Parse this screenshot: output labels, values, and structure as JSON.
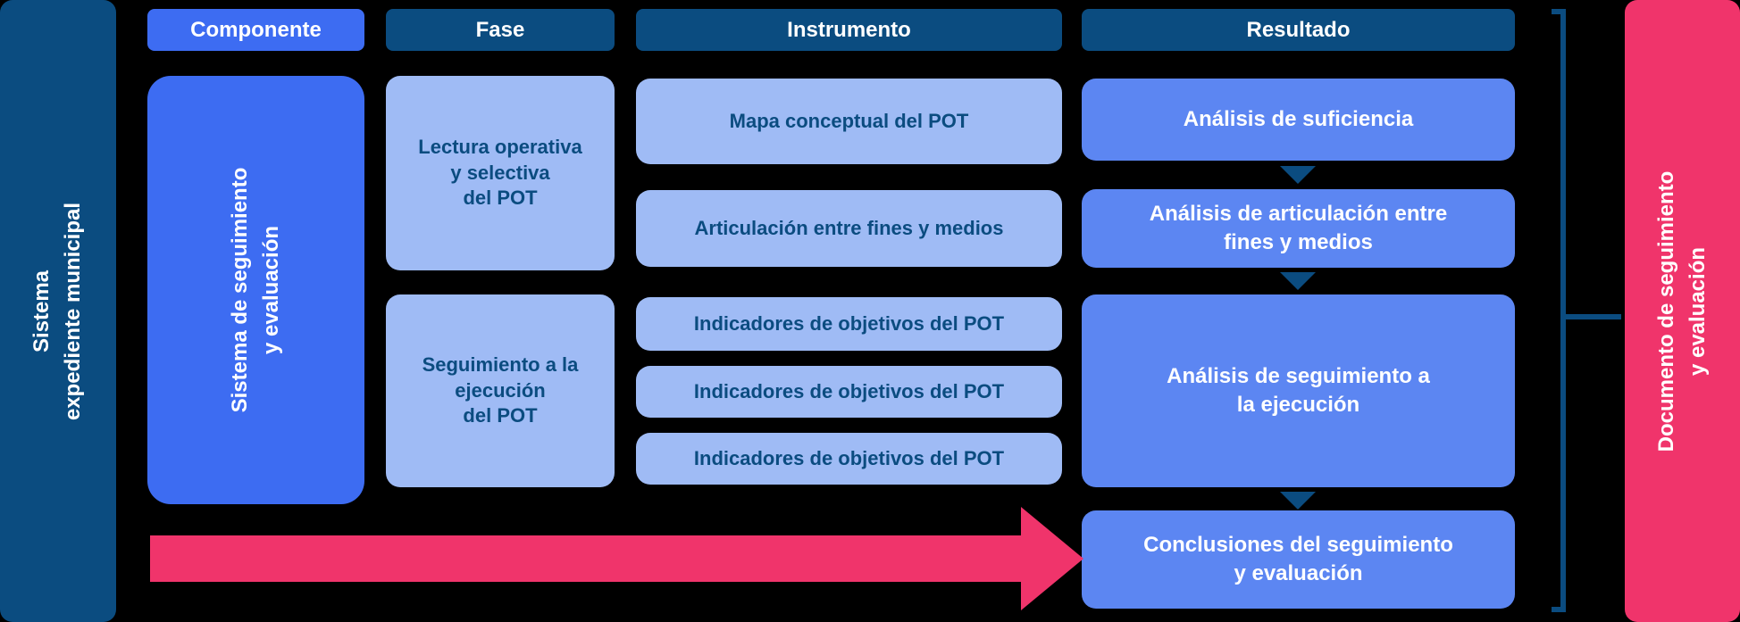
{
  "colors": {
    "navy": "#0b4c80",
    "royal_blue": "#3d6cf2",
    "light_blue": "#9fbbf5",
    "medium_blue": "#5c86f2",
    "pink": "#f0346b",
    "background": "#000000",
    "text_light": "#ffffff"
  },
  "left_bar": {
    "label": "Sistema\nexpediente municipal"
  },
  "right_bar": {
    "label": "Documento de seguimiento\ny evaluación"
  },
  "headers": {
    "componente": "Componente",
    "fase": "Fase",
    "instrumento": "Instrumento",
    "resultado": "Resultado"
  },
  "componente": {
    "box": "Sistema de seguimiento\ny evaluación"
  },
  "fase": {
    "boxes": [
      "Lectura operativa\ny selectiva\ndel POT",
      "Seguimiento a la\nejecución\ndel POT"
    ]
  },
  "instrumento": {
    "boxes": [
      "Mapa conceptual del POT",
      "Articulación entre fines y medios",
      "Indicadores de objetivos del POT",
      "Indicadores de objetivos del POT",
      "Indicadores de objetivos del POT"
    ]
  },
  "resultado": {
    "boxes": [
      "Análisis de suficiencia",
      "Análisis de articulación entre\nfines y medios",
      "Análisis de seguimiento a\nla ejecución",
      "Conclusiones del seguimiento\ny evaluación"
    ]
  }
}
